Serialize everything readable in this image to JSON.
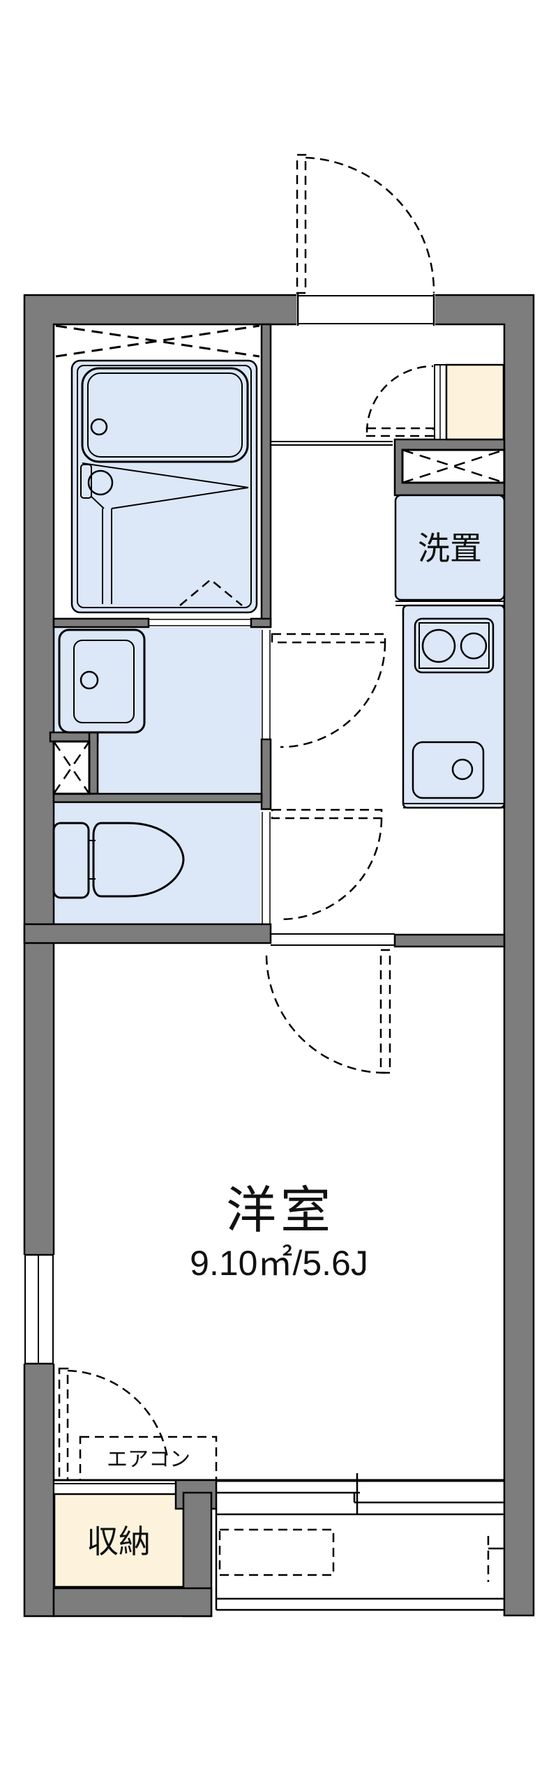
{
  "plan": {
    "labels": {
      "main_room": "洋室",
      "main_room_area": "9.10㎡/5.6J",
      "air_conditioner": "エアコン",
      "storage": "収納",
      "washer": "洗置"
    },
    "colors": {
      "wall": "#7d7d7d",
      "room": "#dce7f7",
      "storage": "#fdf3dd",
      "line": "#000000",
      "bg": "#ffffff",
      "text": "#111111"
    }
  }
}
